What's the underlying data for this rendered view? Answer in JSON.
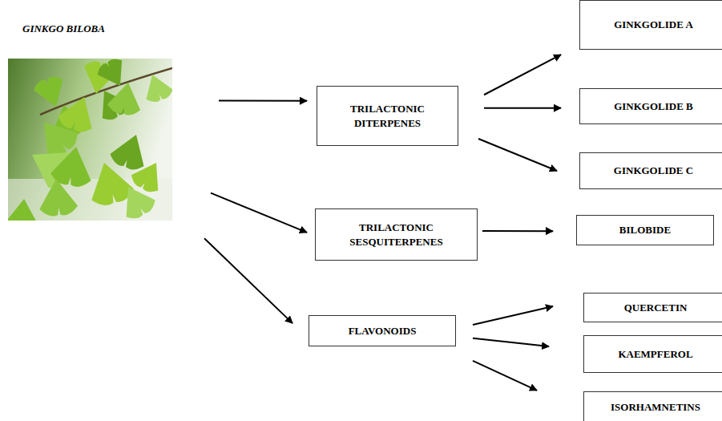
{
  "diagram": {
    "nodes": [
      {
        "text": [
          "GINKGO BILOBA"
        ]
      },
      {
        "text": [
          "TRILACTONIC DITERPENES"
        ]
      },
      {
        "text": [
          "TRILACTONIC SESQUITERPENES"
        ]
      },
      {
        "text": [
          "FLAVONOIDS"
        ]
      },
      {
        "text": [
          "GINKGOLIDE A"
        ]
      },
      {
        "text": [
          "GINKGOLIDE B"
        ]
      },
      {
        "text": [
          "GINKGOLIDE C"
        ]
      },
      {
        "text": [
          "BILOBIDE"
        ]
      },
      {
        "text": [
          "QUERCETIN"
        ]
      },
      {
        "text": [
          "KAEMPFEROL"
        ]
      },
      {
        "text": [
          "ISORHAMNETINS"
        ]
      }
    ],
    "edges": [
      {
        "from": 0,
        "to": 1,
        "arrow": "to"
      },
      {
        "from": 0,
        "to": 2,
        "arrow": "to"
      },
      {
        "from": 0,
        "to": 3,
        "arrow": "to"
      },
      {
        "from": 1,
        "to": 4,
        "arrow": "to"
      },
      {
        "from": 1,
        "to": 5,
        "arrow": "to"
      },
      {
        "from": 1,
        "to": 6,
        "arrow": "to"
      },
      {
        "from": 2,
        "to": 7,
        "arrow": "to"
      },
      {
        "from": 3,
        "to": 8,
        "arrow": "to"
      },
      {
        "from": 3,
        "to": 9,
        "arrow": "to"
      },
      {
        "from": 3,
        "to": 10,
        "arrow": "to"
      }
    ]
  }
}
